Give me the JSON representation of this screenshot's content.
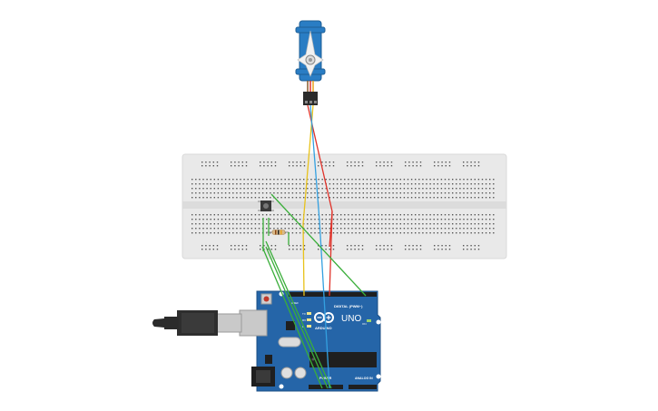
{
  "board": {
    "digital_label": "DIGITAL (PWM~)",
    "brand": "UNO",
    "model": "ARDUINO",
    "power_label": "POWER",
    "analog_label": "ANALOG IN",
    "aref_label": "AREF",
    "tx_label": "TX",
    "rx_label": "RX",
    "on_label": "ON",
    "l_label": "L"
  },
  "colors": {
    "breadboard": "#e9e9e9",
    "arduino": "#2565a8",
    "servo": "#2a7dc4",
    "wire_red": "#e0332a",
    "wire_yellow": "#e8c21a",
    "wire_blue": "#33a0e0",
    "wire_green": "#3aae3a",
    "usb_cable": "#3a3a3a"
  },
  "icons": {
    "servo": "servo-icon",
    "pushbutton": "pushbutton-icon",
    "resistor": "resistor-icon",
    "usb_connector": "usb-connector-icon",
    "arduino_logo": "infinity-logo-icon"
  }
}
